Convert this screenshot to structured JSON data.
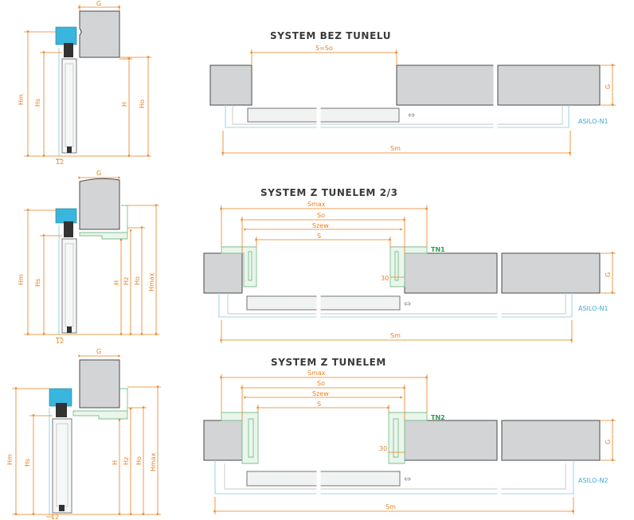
{
  "diagram": {
    "section1": {
      "title": "SYSTEM BEZ TUNELU",
      "side": {
        "g": "G",
        "hm": "Hm",
        "hs": "Hs",
        "h": "H",
        "ho": "Ho",
        "d12": "12"
      },
      "plan": {
        "s_so": "S=So",
        "g": "G",
        "sm": "Sm",
        "rail": "ASILO-N1"
      }
    },
    "section2": {
      "title": "SYSTEM Z TUNELEM 2/3",
      "side": {
        "g": "G",
        "hm": "Hm",
        "hs": "Hs",
        "h": "H",
        "hz": "Hz",
        "ho": "Ho",
        "hmax": "Hmax",
        "d12": "12"
      },
      "plan": {
        "smax": "Smax",
        "so": "So",
        "szew": "Szew",
        "s": "S",
        "tn": "TN1",
        "g": "G",
        "d30": "30",
        "sm": "Sm",
        "rail": "ASILO-N1"
      }
    },
    "section3": {
      "title": "SYSTEM Z TUNELEM",
      "side": {
        "g": "G",
        "hm": "Hm",
        "hs": "Hs",
        "h": "H",
        "hz": "Hz",
        "ho": "Ho",
        "hmax": "Hmax",
        "d12": "12"
      },
      "plan": {
        "smax": "Smax",
        "so": "So",
        "szew": "Szew",
        "s": "S",
        "tn": "TN2",
        "g": "G",
        "d30": "30",
        "sm": "Sm",
        "rail": "ASILO-N2"
      }
    }
  }
}
